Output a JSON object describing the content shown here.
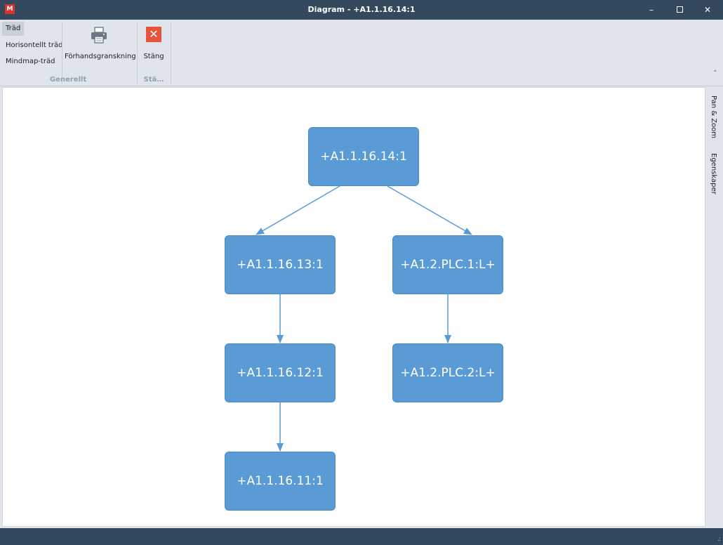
{
  "window": {
    "title": "Diagram - +A1.1.16.14:1",
    "logo_text": "M",
    "minimize": "–",
    "close": "✕"
  },
  "ribbon": {
    "layout_group": {
      "label": "Generellt",
      "tree": "Träd",
      "horizontal_tree": "Horisontellt träd",
      "mindmap_tree": "Mindmap-träd",
      "preview": "Förhandsgranskning"
    },
    "close_group": {
      "label": "Stä…",
      "close": "Stäng"
    },
    "collapse": "˄"
  },
  "diagram": {
    "nodes": [
      {
        "label": "+A1.1.16.14:1"
      },
      {
        "label": "+A1.1.16.13:1"
      },
      {
        "label": "+A1.2.PLC.1:L+"
      },
      {
        "label": "+A1.1.16.12:1"
      },
      {
        "label": "+A1.2.PLC.2:L+"
      },
      {
        "label": "+A1.1.16.11:1"
      }
    ],
    "edges": [
      {
        "from": "+A1.1.16.14:1",
        "to": "+A1.1.16.13:1"
      },
      {
        "from": "+A1.1.16.14:1",
        "to": "+A1.2.PLC.1:L+"
      },
      {
        "from": "+A1.1.16.13:1",
        "to": "+A1.1.16.12:1"
      },
      {
        "from": "+A1.2.PLC.1:L+",
        "to": "+A1.2.PLC.2:L+"
      },
      {
        "from": "+A1.1.16.12:1",
        "to": "+A1.1.16.11:1"
      }
    ],
    "node_color": "#5b9bd5",
    "edge_color": "#5b9bd5"
  },
  "side_panel": {
    "tabs": [
      "Pan & Zoom",
      "Egenskaper"
    ]
  },
  "statusbar": {
    "grip": ".:"
  }
}
